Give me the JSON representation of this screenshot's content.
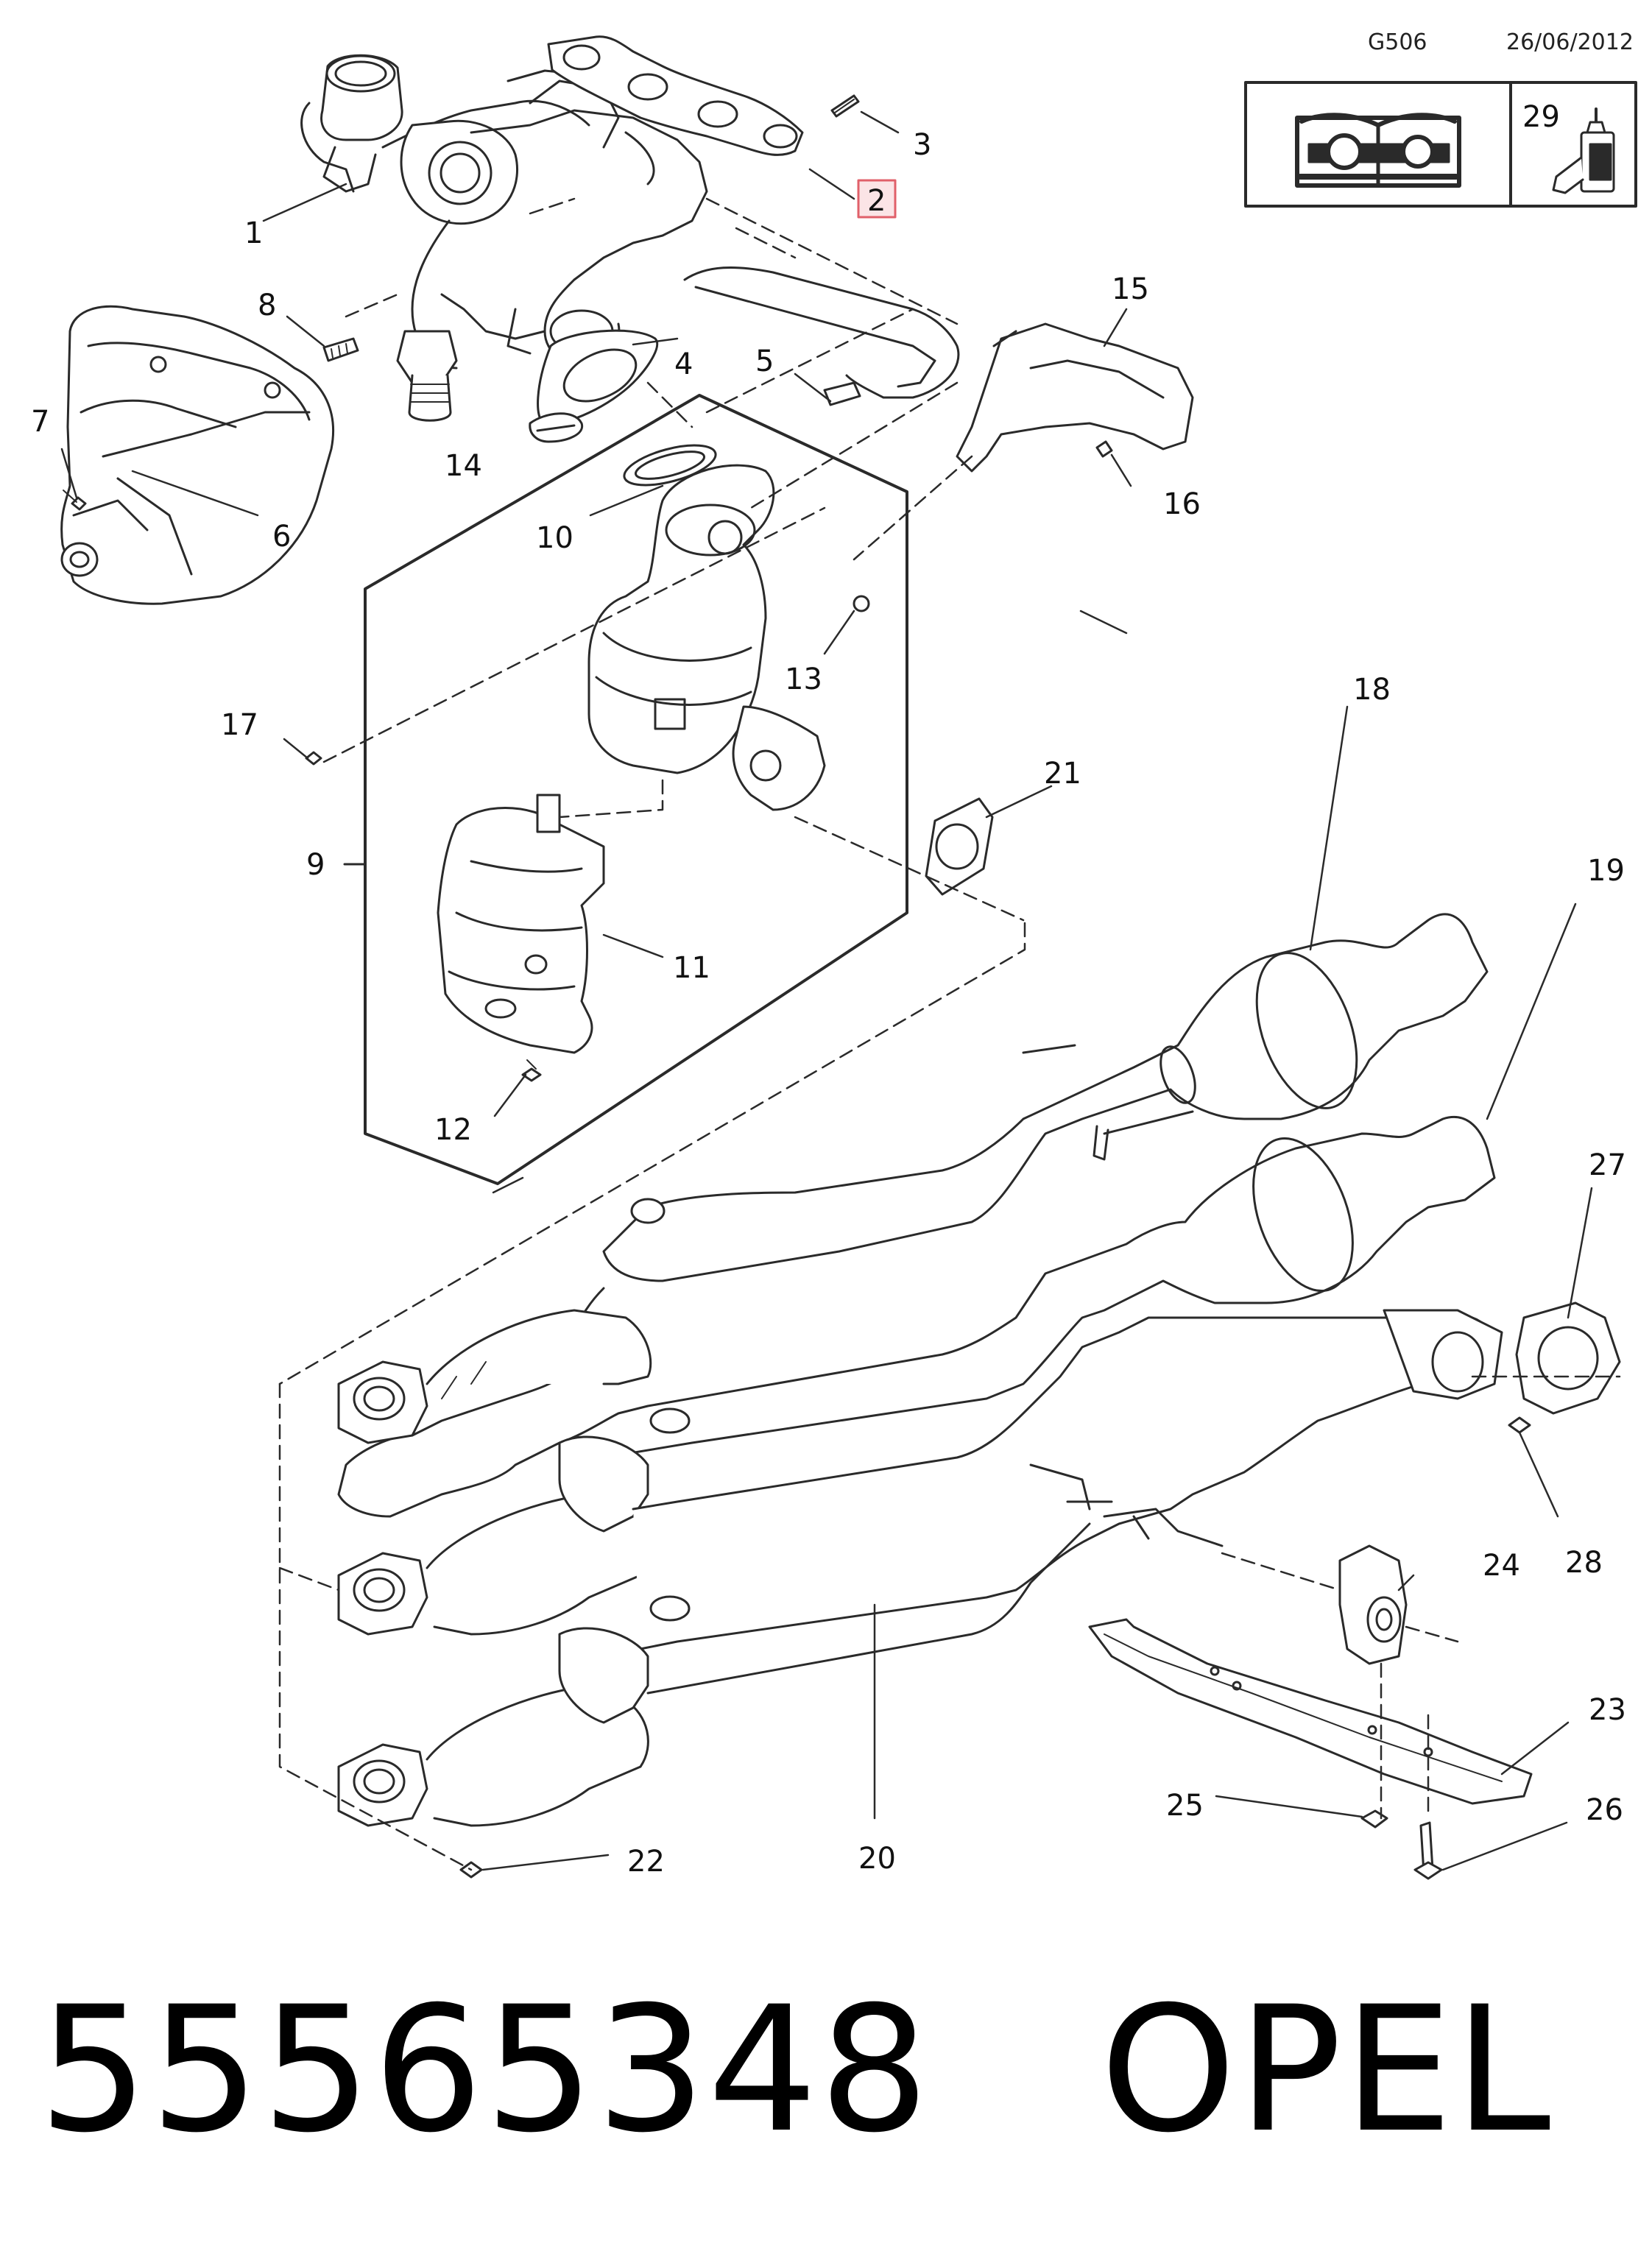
{
  "header": {
    "code": "G506",
    "date": "26/06/2012",
    "box_number": "29"
  },
  "callouts": [
    "1",
    "2",
    "3",
    "4",
    "5",
    "6",
    "7",
    "8",
    "9",
    "10",
    "11",
    "12",
    "13",
    "14",
    "15",
    "16",
    "17",
    "18",
    "19",
    "20",
    "21",
    "22",
    "23",
    "24",
    "25",
    "26",
    "27",
    "28"
  ],
  "highlighted_callout": "2",
  "footer": {
    "part_number": "55565348",
    "brand": "OPEL"
  },
  "colors": {
    "line": "#2a2a2a",
    "highlight_fill": "#fbe4e6",
    "highlight_stroke": "#e0606a"
  },
  "icons": [
    "manual-book-wrench-icon",
    "sealant-tube-icon"
  ]
}
